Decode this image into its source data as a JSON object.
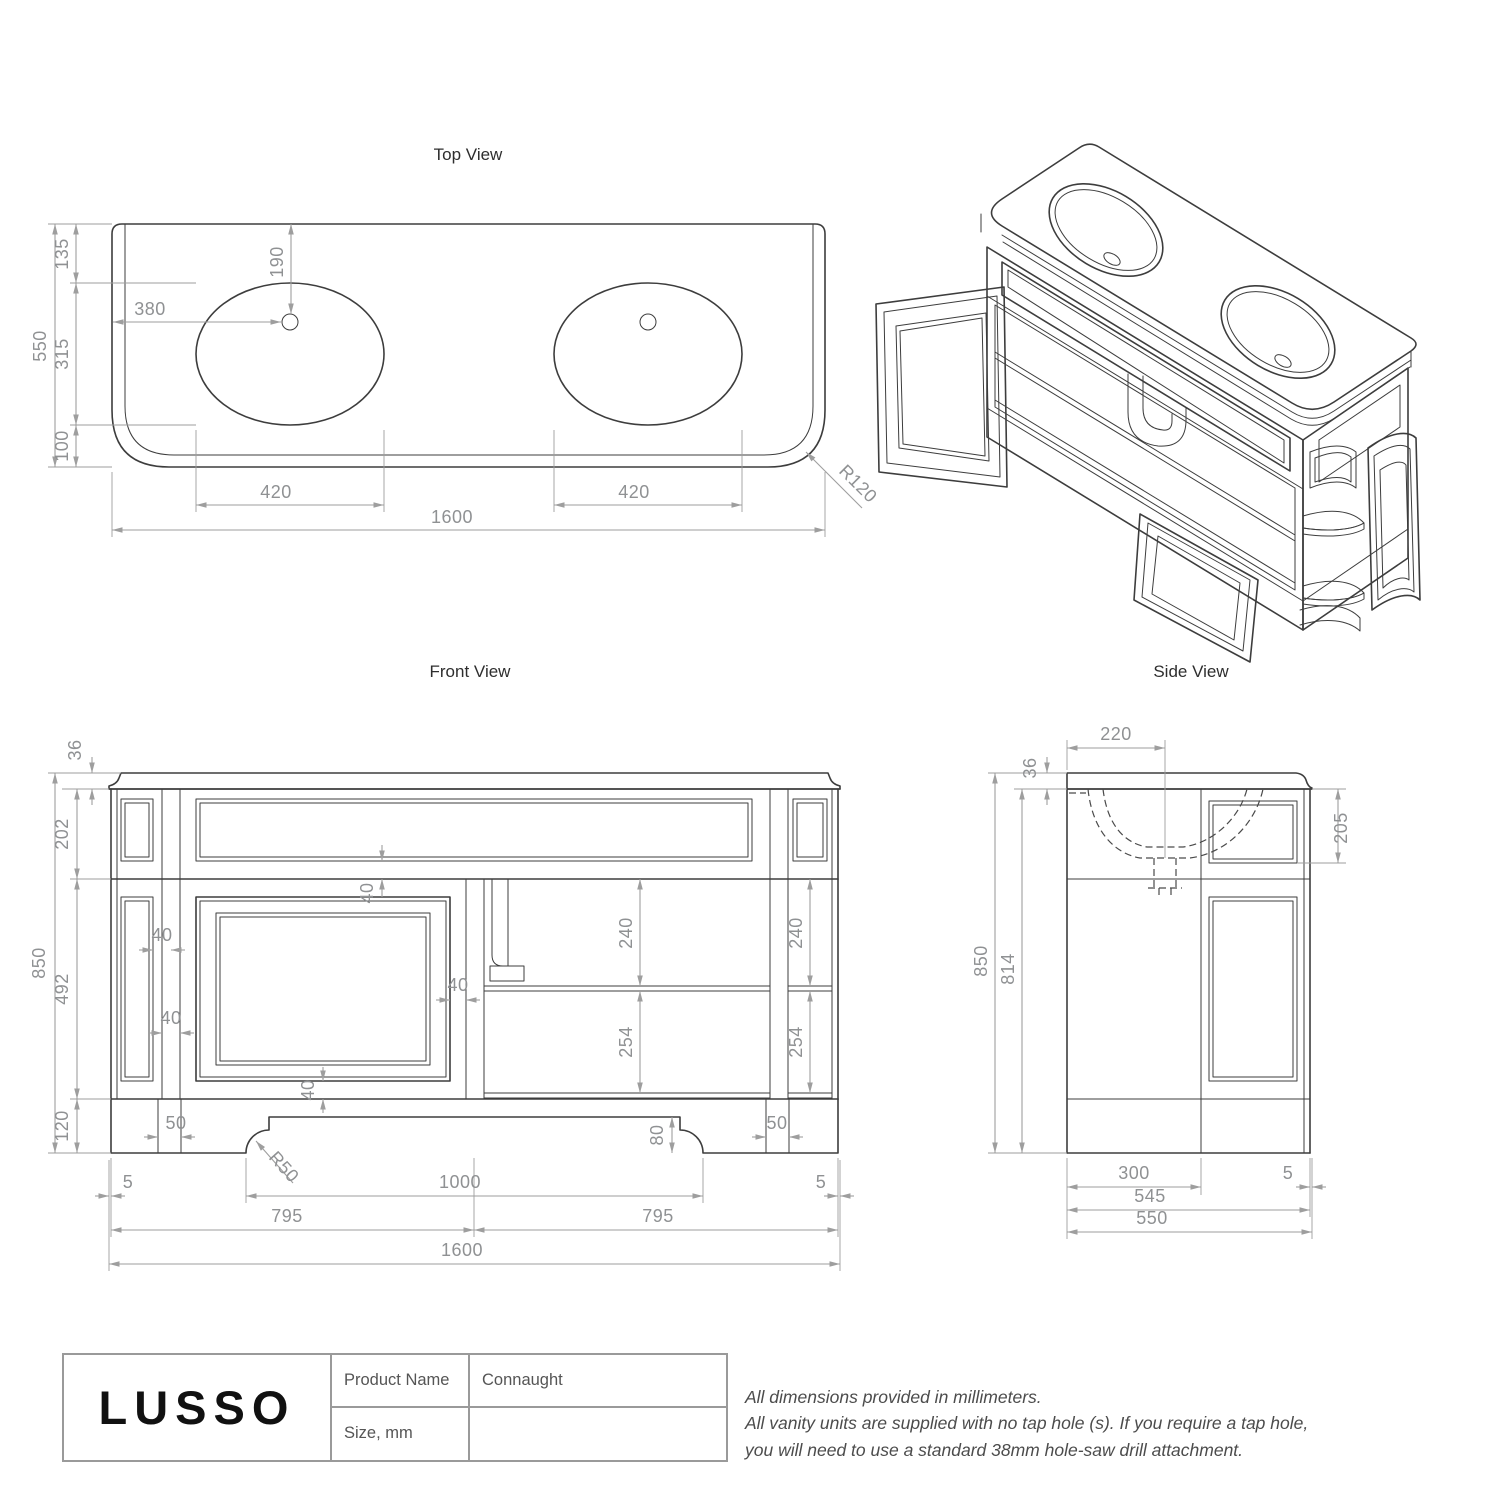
{
  "views": {
    "top": {
      "title": "Top View",
      "dims": {
        "d135": "135",
        "d315": "315",
        "d100": "100",
        "d550": "550",
        "d190": "190",
        "d380": "380",
        "d420L": "420",
        "d420R": "420",
        "d1600": "1600",
        "r120": "R120"
      }
    },
    "front": {
      "title": "Front View",
      "dims": {
        "d36": "36",
        "d202": "202",
        "d492": "492",
        "d120": "120",
        "d850": "850",
        "d40a": "40",
        "d40b": "40",
        "d40c": "40",
        "d40d": "40",
        "d40e": "40",
        "d240m": "240",
        "d254m": "254",
        "d240r": "240",
        "d254r": "254",
        "d50L": "50",
        "d50R": "50",
        "d80": "80",
        "r50": "R50",
        "d1000": "1000",
        "d5L": "5",
        "d5R": "5",
        "d795L": "795",
        "d795R": "795",
        "d1600": "1600"
      }
    },
    "side": {
      "title": "Side View",
      "dims": {
        "d220": "220",
        "d36": "36",
        "d205": "205",
        "d850": "850",
        "d814": "814",
        "d300": "300",
        "d5": "5",
        "d545": "545",
        "d550": "550"
      }
    }
  },
  "title_block": {
    "logo": "LUSSO",
    "product_name_label": "Product Name",
    "product_name_value": "Connaught",
    "size_label": "Size, mm",
    "size_value": ""
  },
  "notes": {
    "line1": "All dimensions provided in millimeters.",
    "line2": "All vanity units are supplied with no tap hole (s). If you require a tap hole,",
    "line3": "you will need to use a standard 38mm hole-saw drill attachment."
  },
  "colors": {
    "object_line": "#3d3d3d",
    "dimension": "#9e9e9e",
    "dim_text": "#8f9193",
    "logo": "#111111"
  }
}
